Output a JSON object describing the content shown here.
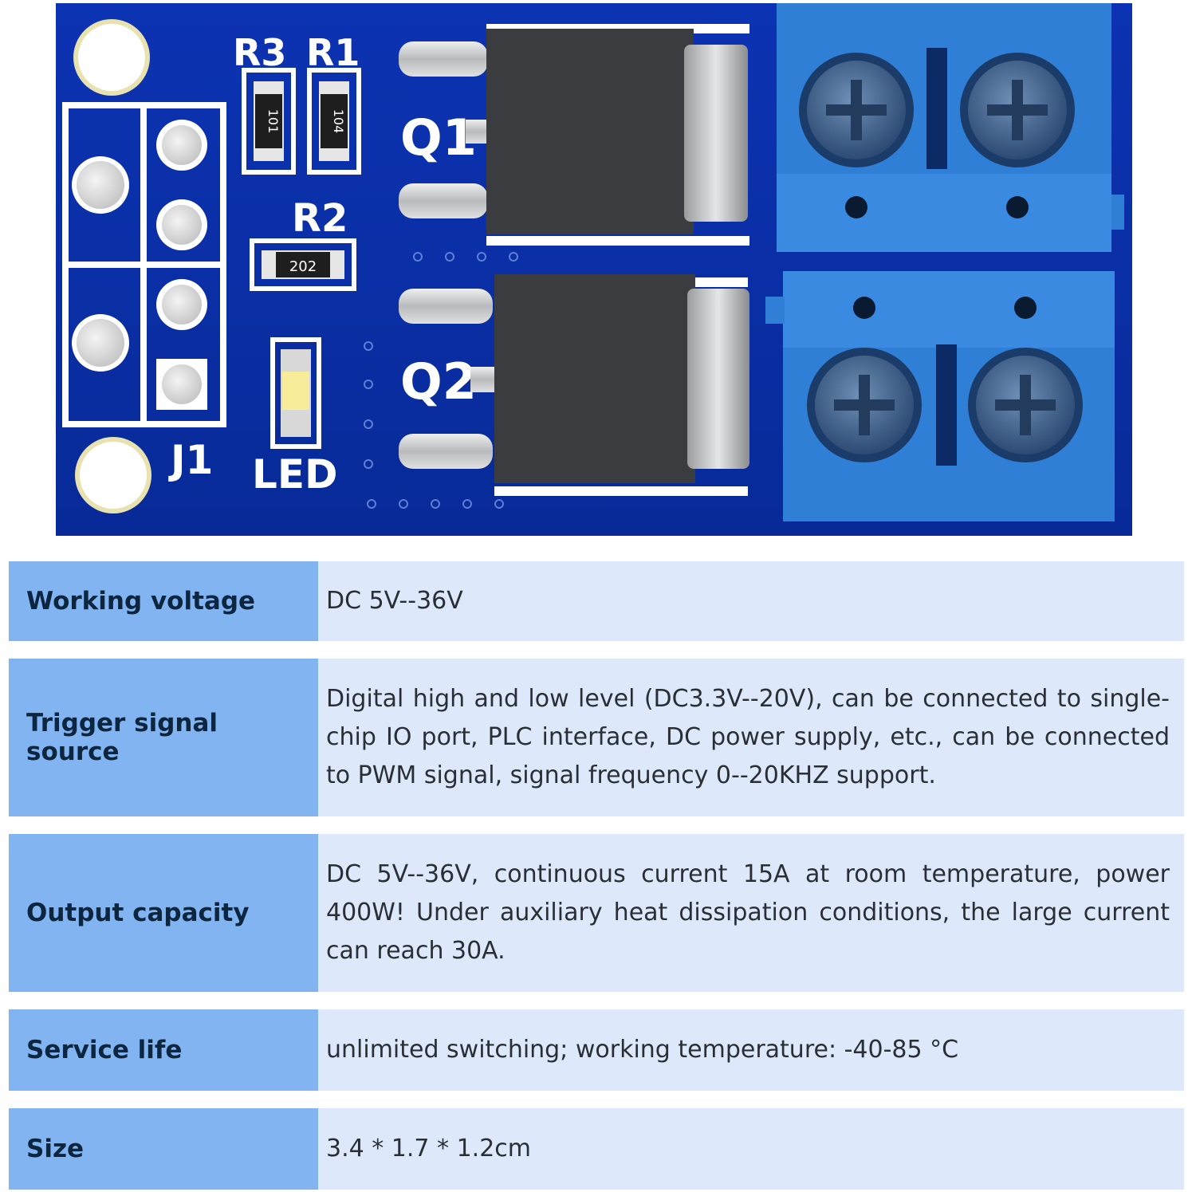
{
  "board": {
    "labels": {
      "r3": "R3",
      "r1": "R1",
      "r2": "R2",
      "q1": "Q1",
      "q2": "Q2",
      "j1": "J1",
      "led": "LED",
      "r3_code": "101",
      "r1_code": "104",
      "r2_code": "202"
    },
    "colors": {
      "pcb": "#0a2ea6",
      "terminal": "#2f7fd6",
      "mosfet": "#3a3c40"
    }
  },
  "specs": [
    {
      "label": "Working voltage",
      "value": "DC 5V--36V"
    },
    {
      "label": "Trigger signal source",
      "value": "Digital high and low level (DC3.3V--20V), can be connected to single-chip IO port, PLC interface, DC power supply, etc., can be connected to PWM signal, signal frequency 0--20KHZ support."
    },
    {
      "label": "Output capacity",
      "value": "DC 5V--36V, continuous current 15A at room temperature, power 400W! Under auxiliary heat dissipation conditions, the large current can reach 30A."
    },
    {
      "label": "Service life",
      "value": "unlimited switching; working temperature: -40-85 °C"
    },
    {
      "label": "Size",
      "value": "3.4 * 1.7 * 1.2cm"
    }
  ]
}
